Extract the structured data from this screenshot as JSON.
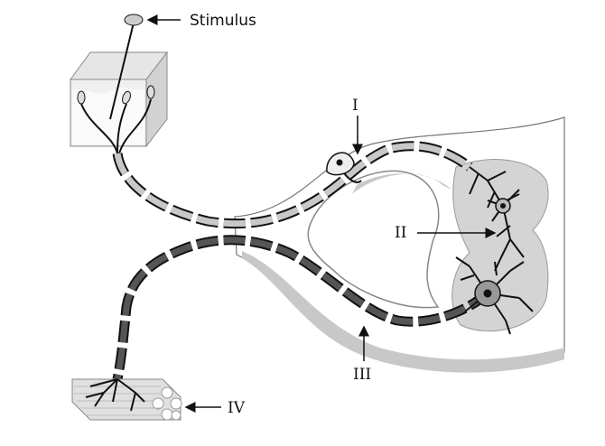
{
  "diagram": {
    "labels": {
      "stimulus": "Stimulus",
      "sensory_neuron": "I",
      "interneuron": "II",
      "motor_neuron": "III",
      "muscle": "IV"
    },
    "colors": {
      "grey_matter": "#d4d4d4",
      "sensory_myelin": "#c8c8c8",
      "motor_myelin": "#555555",
      "outline": "#111111"
    }
  }
}
